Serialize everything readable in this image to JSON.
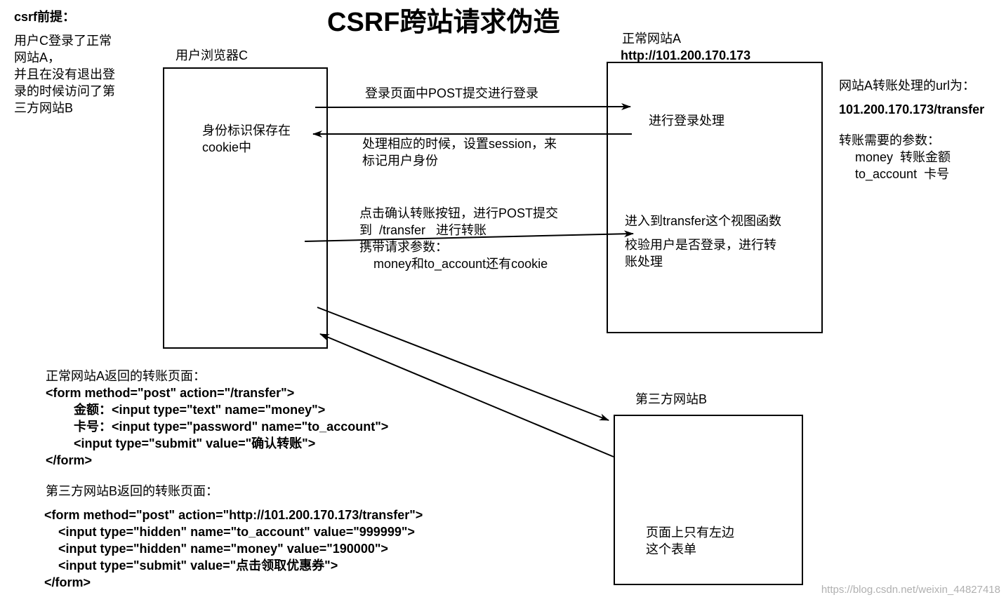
{
  "title": "CSRF跨站请求伪造",
  "premise": {
    "heading": "csrf前提：",
    "lines": [
      "用户C登录了正常",
      "网站A，",
      "并且在没有退出登",
      "录的时候访问了第",
      "三方网站B"
    ]
  },
  "browser": {
    "label": "用户浏览器C",
    "note_lines": [
      "身份标识保存在",
      "cookie中"
    ]
  },
  "site_a": {
    "label_lines": [
      "正常网站A",
      "http://101.200.170.173"
    ],
    "login_process": "进行登录处理",
    "transfer_lines": [
      "进入到transfer这个视图函数",
      "校验用户是否登录，进行转",
      "账处理"
    ]
  },
  "site_a_info": {
    "url_heading": "网站A转账处理的url为：",
    "url": "101.200.170.173/transfer",
    "params_heading": "转账需要的参数：",
    "params": [
      "money  转账金额",
      "to_account  卡号"
    ]
  },
  "arrows": {
    "login_post": "登录页面中POST提交进行登录",
    "response_lines": [
      "处理相应的时候，设置session，来",
      "标记用户身份"
    ],
    "transfer_lines": [
      "点击确认转账按钮，进行POST提交",
      "到  /transfer   进行转账",
      "携带请求参数：",
      "    money和to_account还有cookie"
    ]
  },
  "site_b": {
    "label": "第三方网站B",
    "note_lines": [
      "页面上只有左边",
      "这个表单"
    ]
  },
  "form_a": {
    "heading": "正常网站A返回的转账页面：",
    "lines": [
      "<form method=\"post\" action=\"/transfer\">",
      "        金额：<input type=\"text\" name=\"money\">",
      "        卡号：<input type=\"password\" name=\"to_account\">",
      "        <input type=\"submit\" value=\"确认转账\">",
      "</form>"
    ]
  },
  "form_b": {
    "heading": "第三方网站B返回的转账页面：",
    "lines": [
      "<form method=\"post\" action=\"http://101.200.170.173/transfer\">",
      "    <input type=\"hidden\" name=\"to_account\" value=\"999999\">",
      "    <input type=\"hidden\" name=\"money\" value=\"190000\">",
      "    <input type=\"submit\" value=\"点击领取优惠券\">",
      "</form>"
    ]
  },
  "watermark": "https://blog.csdn.net/weixin_44827418"
}
